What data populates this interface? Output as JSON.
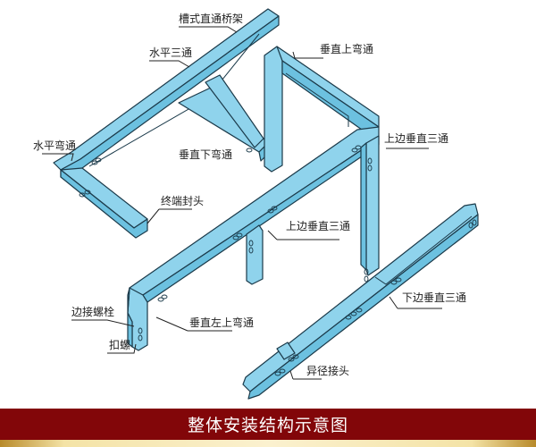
{
  "diagram": {
    "title": "整体安装结构示意图",
    "colors": {
      "tray_fill": "#8fd3ec",
      "tray_side": "#6cc1e0",
      "outline": "#1b3a4a",
      "banner_bg": "#820609",
      "banner_text": "#ffffff",
      "gold_strip": "#f4e3a6"
    },
    "labels": [
      {
        "id": "straight-tray",
        "text": "槽式直通桥架"
      },
      {
        "id": "horizontal-tee",
        "text": "水平三通"
      },
      {
        "id": "vertical-up-bend",
        "text": "垂直上弯通"
      },
      {
        "id": "horizontal-bend",
        "text": "水平弯通"
      },
      {
        "id": "vertical-down-bend",
        "text": "垂直下弯通"
      },
      {
        "id": "upper-vertical-tee-1",
        "text": "上边垂直三通"
      },
      {
        "id": "end-cap",
        "text": "终端封头"
      },
      {
        "id": "upper-vertical-tee-2",
        "text": "上边垂直三通"
      },
      {
        "id": "side-bolt",
        "text": "边接螺栓"
      },
      {
        "id": "vertical-left-up-bend",
        "text": "垂直左上弯通"
      },
      {
        "id": "lower-vertical-tee",
        "text": "下边垂直三通"
      },
      {
        "id": "nut",
        "text": "扣螺"
      },
      {
        "id": "reducer",
        "text": "异径接头"
      }
    ]
  }
}
